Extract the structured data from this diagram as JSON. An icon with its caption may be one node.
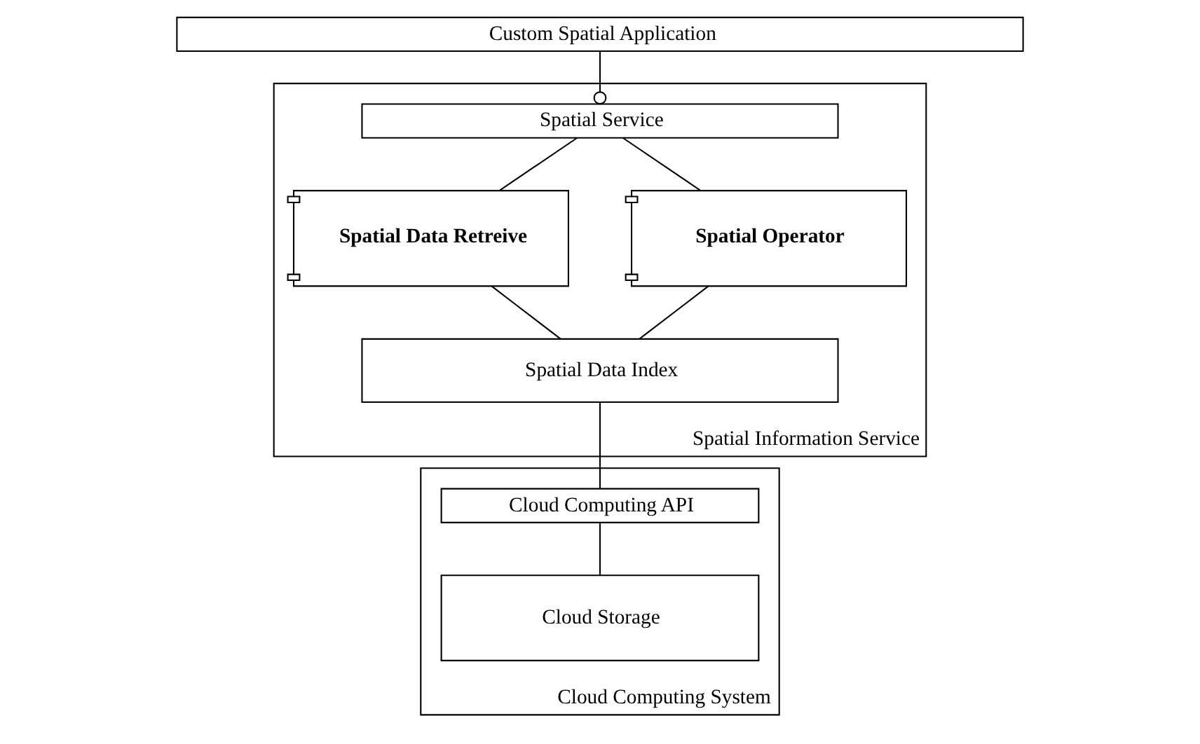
{
  "diagram": {
    "nodes": [
      {
        "text": [
          "Custom Spatial Application"
        ]
      },
      {
        "text": [
          "Spatial Information Service"
        ]
      },
      {
        "text": [
          "Spatial Service"
        ],
        "in": 1
      },
      {
        "text": [
          "Spatial Data Retreive"
        ],
        "in": 1
      },
      {
        "text": [
          "Spatial Operator"
        ],
        "in": 1
      },
      {
        "text": [
          "Spatial Data Index"
        ],
        "in": 1
      },
      {
        "text": [
          "Cloud Computing System"
        ]
      },
      {
        "text": [
          "Cloud Computing API"
        ],
        "in": 6
      },
      {
        "text": [
          "Cloud Storage"
        ],
        "in": 6
      }
    ],
    "edges": [
      {
        "from": 0,
        "to": 2,
        "arrow": "other"
      },
      {
        "from": 2,
        "to": 3,
        "arrow": "none"
      },
      {
        "from": 2,
        "to": 4,
        "arrow": "none"
      },
      {
        "from": 3,
        "to": 5,
        "arrow": "none"
      },
      {
        "from": 4,
        "to": 5,
        "arrow": "none"
      },
      {
        "from": 5,
        "to": 7,
        "arrow": "none"
      },
      {
        "from": 7,
        "to": 8,
        "arrow": "none"
      }
    ]
  }
}
